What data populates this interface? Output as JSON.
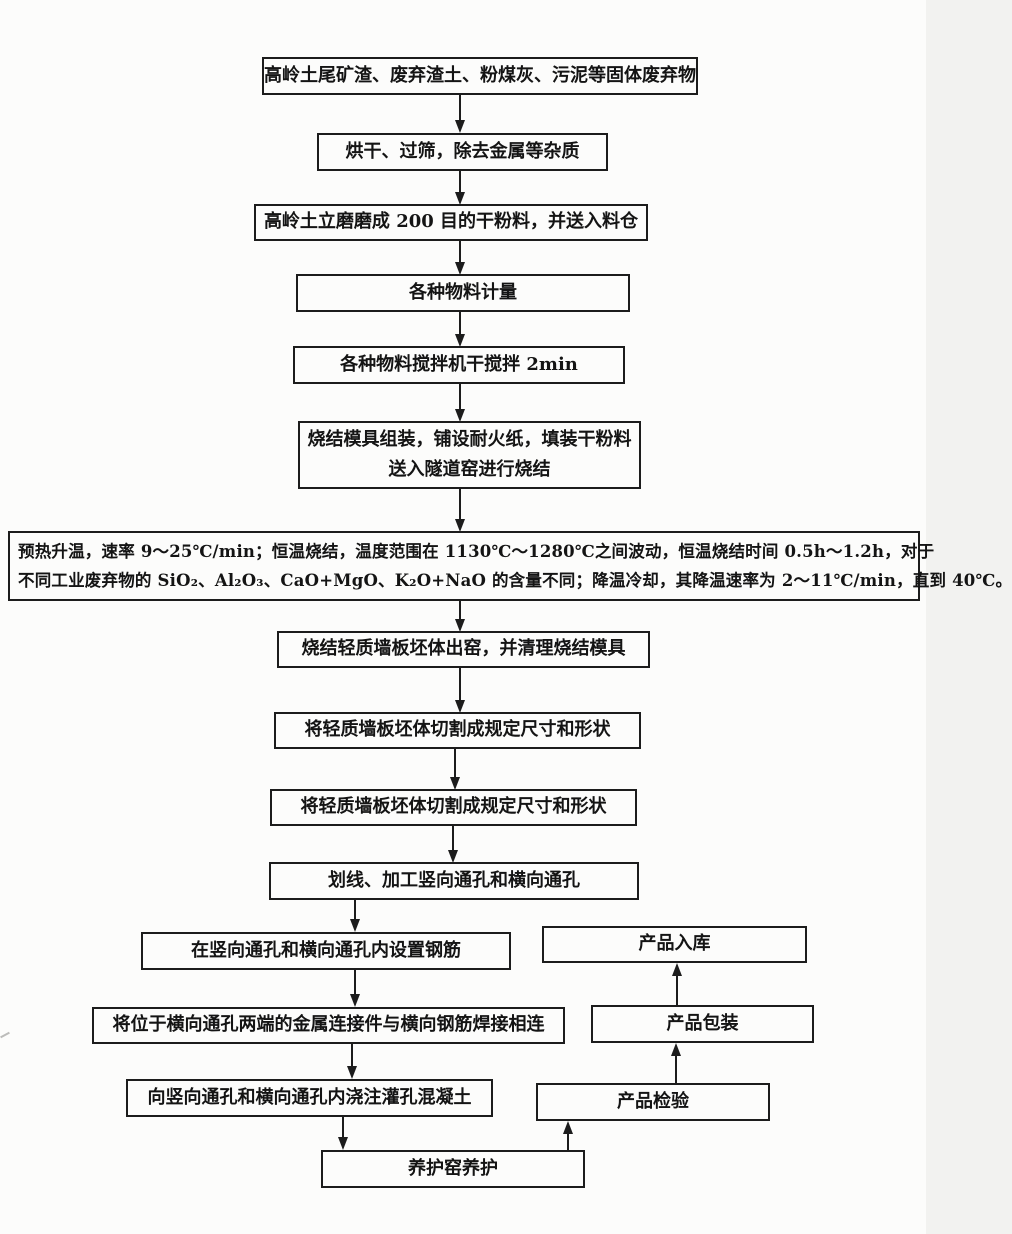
{
  "page": {
    "background_color": "#fcfcfb",
    "ink_color": "#1c1c1c"
  },
  "flowchart": {
    "nodes": [
      {
        "label": "高岭土尾矿渣、废弃渣土、粉煤灰、污泥等固体废弃物"
      },
      {
        "label": "烘干、过筛，除去金属等杂质"
      },
      {
        "label": "高岭土立磨磨成 200 目的干粉料，并送入料仓"
      },
      {
        "label": "各种物料计量"
      },
      {
        "label": "各种物料搅拌机干搅拌 2min"
      },
      {
        "lines": [
          "烧结模具组装，铺设耐火纸，填装干粉料",
          "送入隧道窑进行烧结"
        ]
      },
      {
        "lines": [
          "预热升温，速率 9～25℃/min；恒温烧结，温度范围在 1130℃～1280℃之间波动，恒温烧结时间 0.5h～1.2h，对于",
          "不同工业废弃物的 SiO₂、Al₂O₃、CaO+MgO、K₂O+NaO 的含量不同；降温冷却，其降温速率为 2～11℃/min，直到 40℃。"
        ]
      },
      {
        "label": "烧结轻质墙板坯体出窑，并清理烧结模具"
      },
      {
        "label": "将轻质墙板坯体切割成规定尺寸和形状"
      },
      {
        "label": "将轻质墙板坯体切割成规定尺寸和形状"
      },
      {
        "label": "划线、加工竖向通孔和横向通孔"
      },
      {
        "label": "在竖向通孔和横向通孔内设置钢筋"
      },
      {
        "label": "将位于横向通孔两端的金属连接件与横向钢筋焊接相连"
      },
      {
        "label": "向竖向通孔和横向通孔内浇注灌孔混凝土"
      },
      {
        "label": "养护窑养护"
      },
      {
        "label": "产品检验"
      },
      {
        "label": "产品包装"
      },
      {
        "label": "产品入库"
      }
    ],
    "edges": [
      {
        "from": 0,
        "to": 1
      },
      {
        "from": 1,
        "to": 2
      },
      {
        "from": 2,
        "to": 3
      },
      {
        "from": 3,
        "to": 4
      },
      {
        "from": 4,
        "to": 5
      },
      {
        "from": 5,
        "to": 6
      },
      {
        "from": 6,
        "to": 7
      },
      {
        "from": 7,
        "to": 8
      },
      {
        "from": 8,
        "to": 9
      },
      {
        "from": 9,
        "to": 10
      },
      {
        "from": 10,
        "to": 11
      },
      {
        "from": 11,
        "to": 12
      },
      {
        "from": 12,
        "to": 13
      },
      {
        "from": 13,
        "to": 14
      },
      {
        "from": 14,
        "to": 15
      },
      {
        "from": 15,
        "to": 16
      },
      {
        "from": 16,
        "to": 17
      }
    ]
  }
}
